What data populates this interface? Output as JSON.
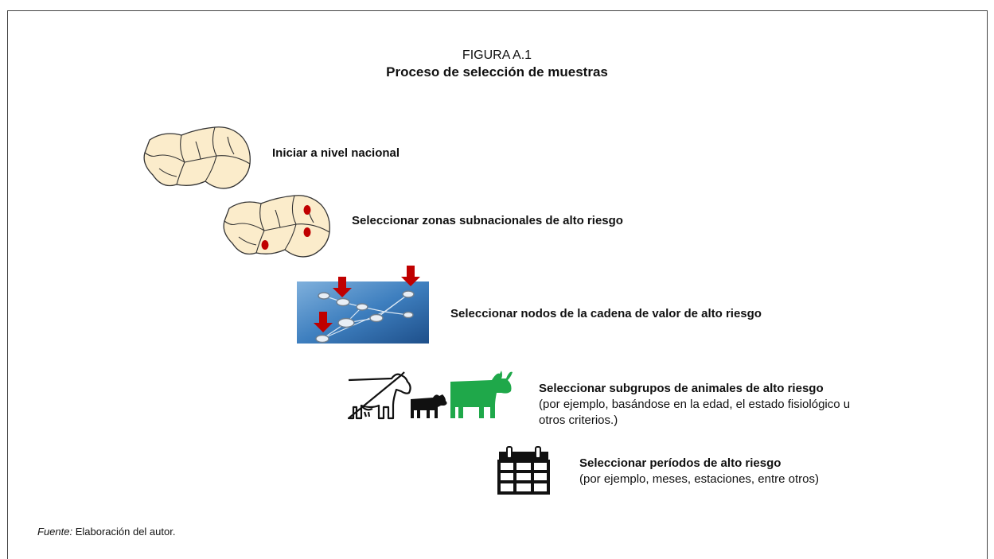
{
  "figure": {
    "label": "FIGURA A.1",
    "title": "Proceso de selección de muestras"
  },
  "steps": [
    {
      "title": "Iniciar a nivel nacional",
      "detail": "",
      "icon": "country-map-icon"
    },
    {
      "title": "Seleccionar zonas subnacionales de alto riesgo",
      "detail": "",
      "icon": "map-high-risk-zones-icon"
    },
    {
      "title": "Seleccionar nodos de la cadena de valor de alto riesgo",
      "detail": "",
      "icon": "value-chain-network-icon"
    },
    {
      "title": "Seleccionar subgrupos de animales de alto riesgo",
      "detail": "(por ejemplo, basándose en la edad, el estado fisiológico u otros criterios.)",
      "icon": "cattle-icon"
    },
    {
      "title": "Seleccionar períodos de alto riesgo",
      "detail": "(por ejemplo, meses, estaciones, entre otros)",
      "icon": "calendar-icon"
    }
  ],
  "note": {
    "label": "Fuente:",
    "text": " Elaboración del autor."
  },
  "colors": {
    "map_fill": "#fbeccb",
    "risk_marker": "#c00000",
    "arrow": "#c00000",
    "network_bg": "#3a78b8",
    "highlight_cow": "#1fa84a"
  }
}
